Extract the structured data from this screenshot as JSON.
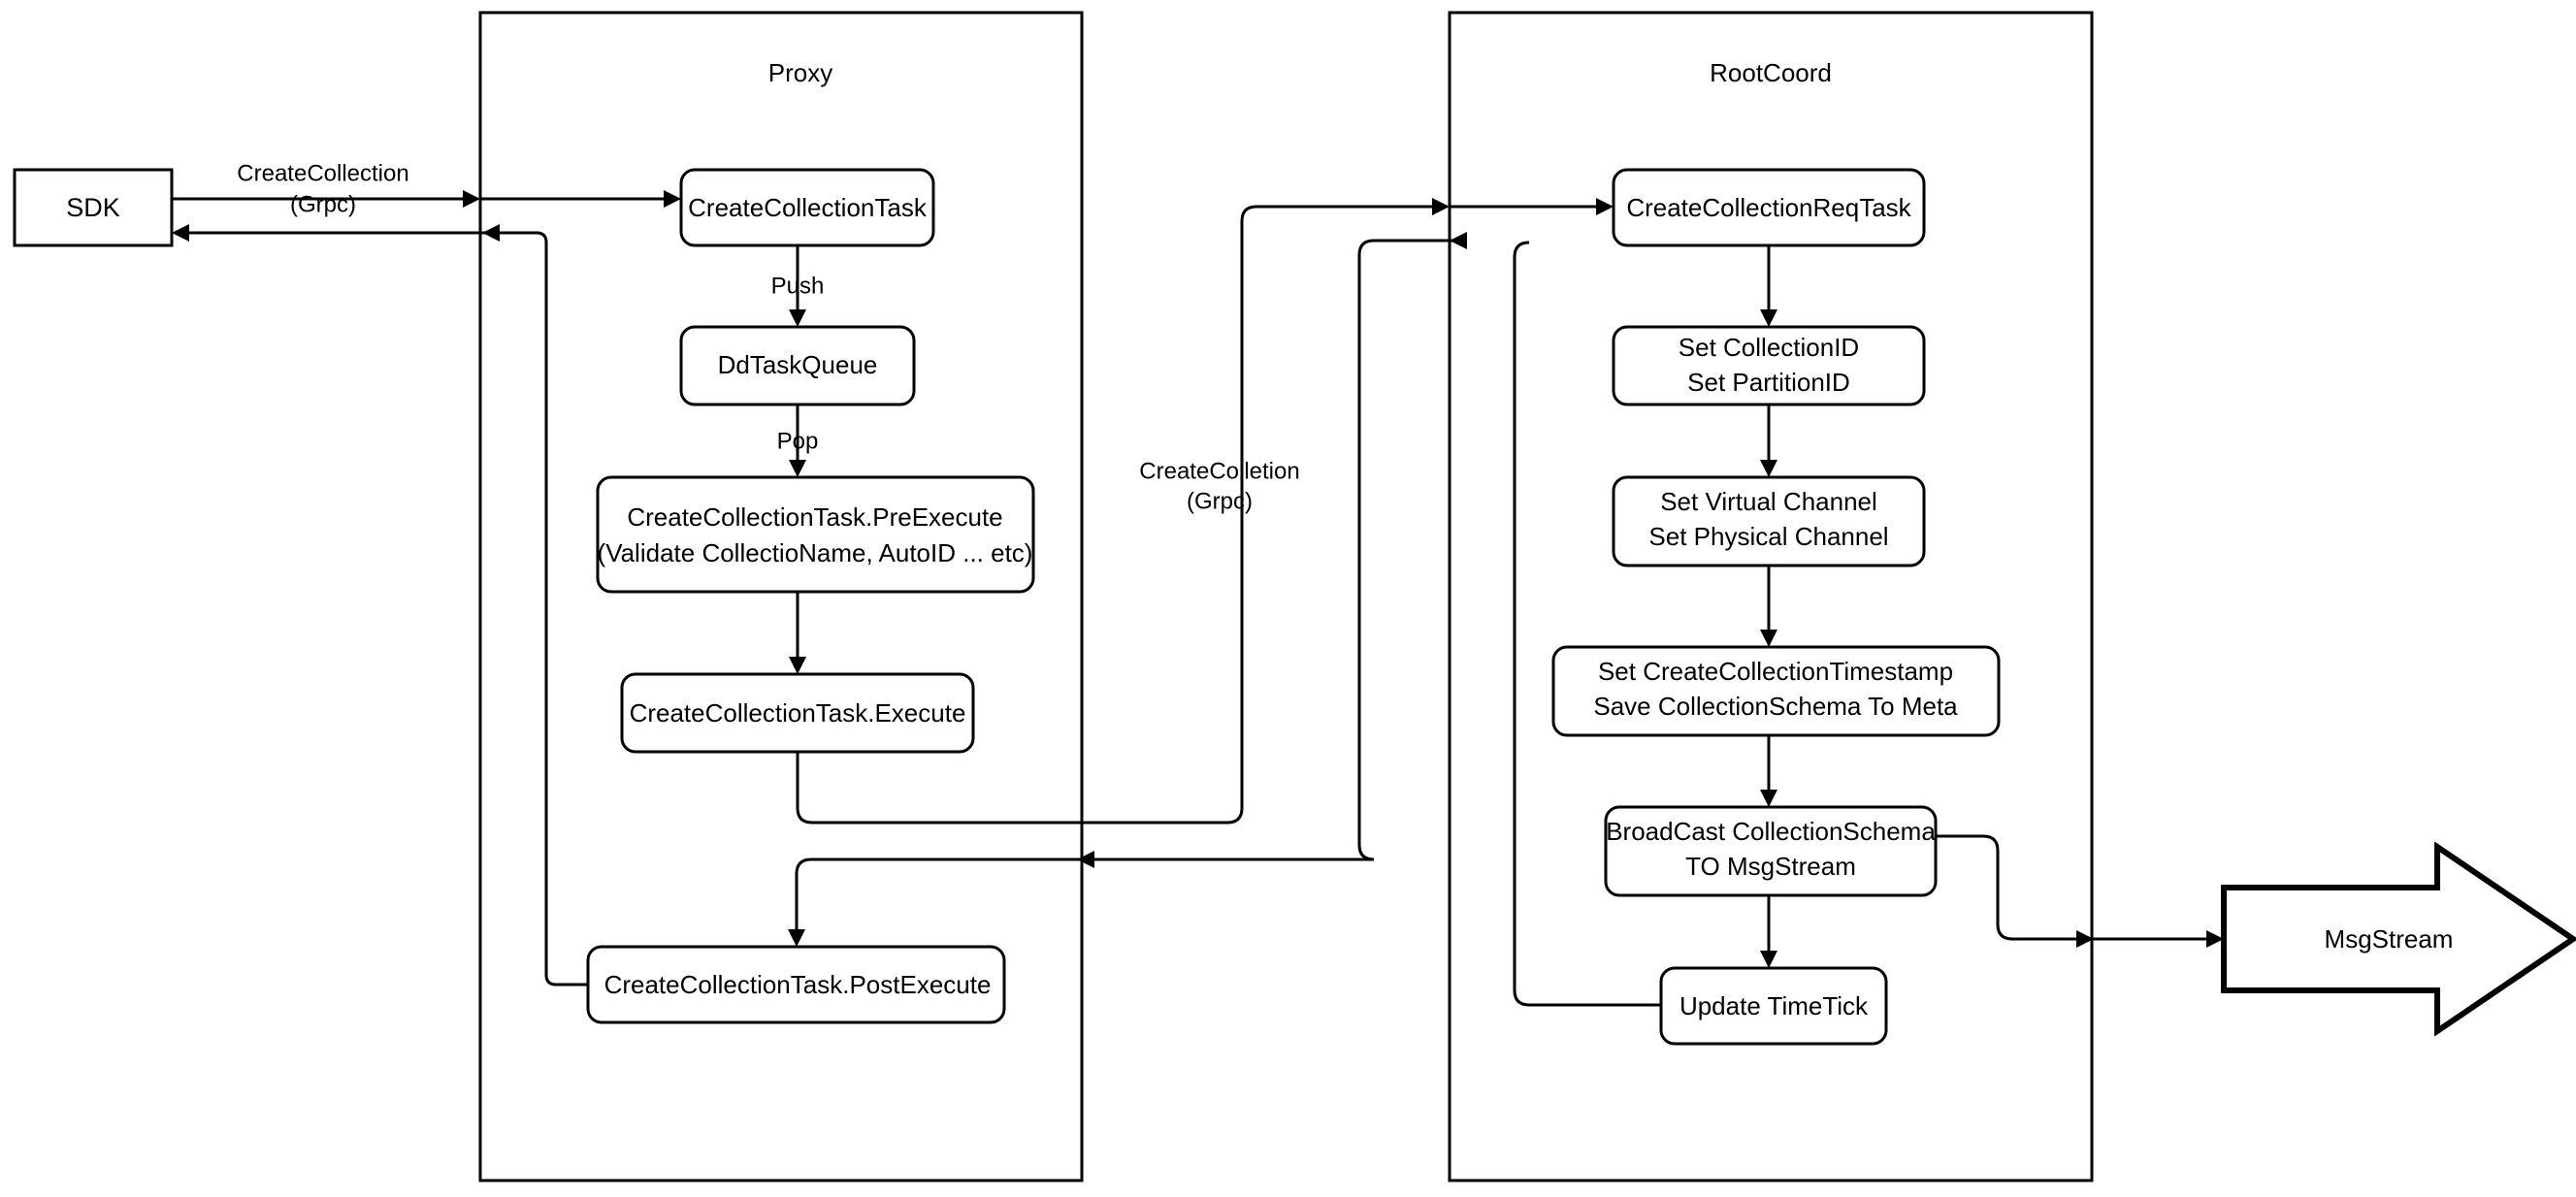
{
  "diagram": {
    "title_sdk": "SDK",
    "containers": [
      {
        "id": "proxy",
        "label": "Proxy"
      },
      {
        "id": "rootcoord",
        "label": "RootCoord"
      }
    ],
    "proxy_nodes": [
      {
        "id": "create-collection-task",
        "label": "CreateCollectionTask"
      },
      {
        "id": "dd-task-queue",
        "label": "DdTaskQueue"
      },
      {
        "id": "pre-execute-line1",
        "label": "CreateCollectionTask.PreExecute"
      },
      {
        "id": "pre-execute-line2",
        "label": "(Validate CollectioName, AutoID ... etc)"
      },
      {
        "id": "execute",
        "label": "CreateCollectionTask.Execute"
      },
      {
        "id": "post-execute",
        "label": "CreateCollectionTask.PostExecute"
      }
    ],
    "rootcoord_nodes": [
      {
        "id": "create-collection-req-task",
        "label": "CreateCollectionReqTask"
      },
      {
        "id": "set-ids-line1",
        "label": "Set CollectionID"
      },
      {
        "id": "set-ids-line2",
        "label": "Set PartitionID"
      },
      {
        "id": "set-channels-line1",
        "label": "Set Virtual Channel"
      },
      {
        "id": "set-channels-line2",
        "label": "Set Physical Channel"
      },
      {
        "id": "set-timestamp-line1",
        "label": "Set CreateCollectionTimestamp"
      },
      {
        "id": "set-timestamp-line2",
        "label": "Save CollectionSchema To Meta"
      },
      {
        "id": "broadcast-line1",
        "label": "BroadCast CollectionSchema"
      },
      {
        "id": "broadcast-line2",
        "label": "TO MsgStream"
      },
      {
        "id": "update-timetick",
        "label": "Update TimeTick"
      }
    ],
    "msgstream": {
      "label": "MsgStream"
    },
    "edge_labels": [
      {
        "id": "sdk-proxy-grpc-line1",
        "label": "CreateCollection"
      },
      {
        "id": "sdk-proxy-grpc-line2",
        "label": "(Grpc)"
      },
      {
        "id": "push",
        "label": "Push"
      },
      {
        "id": "pop",
        "label": "Pop"
      },
      {
        "id": "proxy-rootcoord-grpc-line1",
        "label": "CreateColletion"
      },
      {
        "id": "proxy-rootcoord-grpc-line2",
        "label": "(Grpc)"
      }
    ],
    "colors": {
      "stroke": "#000000",
      "fill": "#ffffff",
      "background": "#ffffff"
    }
  }
}
